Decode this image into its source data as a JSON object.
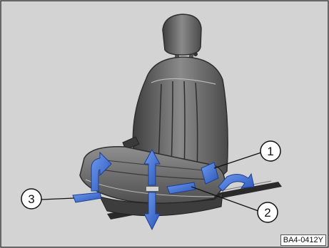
{
  "figure": {
    "background_color": "#d3d3d3",
    "frame_color": "#3a3a3a",
    "arrow_color": "#3d6fd4",
    "seat_colors": {
      "dark": "#4a4a4a",
      "mid": "#6b6b6b",
      "light": "#9a9a9a"
    },
    "callouts": [
      {
        "id": "1",
        "label": "1"
      },
      {
        "id": "2",
        "label": "2"
      },
      {
        "id": "3",
        "label": "3"
      }
    ],
    "reference_code": "BA4-0412Y"
  }
}
